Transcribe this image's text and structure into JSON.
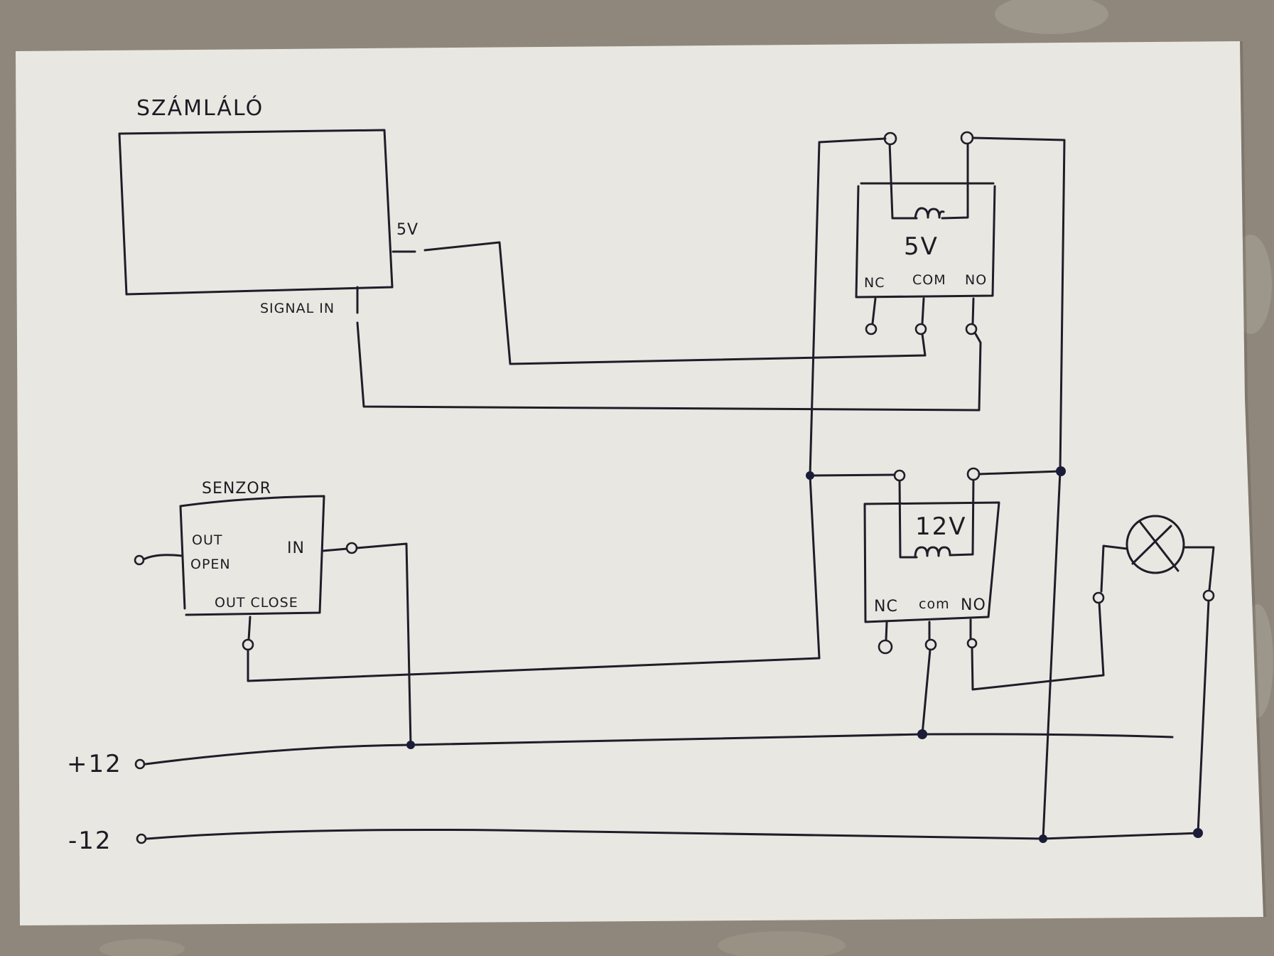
{
  "document": {
    "type": "hand-drawn wiring schematic on paper",
    "ink_color": "#1e1e2a",
    "paper_color": "#e9e7e1",
    "background_color": "#8f877c"
  },
  "components": {
    "counter": {
      "title": "SZÁMLÁLÓ",
      "pin_5v": "5V",
      "pin_signal_in": "SIGNAL IN"
    },
    "relay_5v": {
      "rating": "5V",
      "pin_nc": "NC",
      "pin_com": "COM",
      "pin_no": "NO"
    },
    "relay_12v": {
      "rating": "12V",
      "pin_nc": "NC",
      "pin_com": "com",
      "pin_no": "NO"
    },
    "sensor": {
      "title": "SENZOR",
      "pin_out_open_line1": "OUT",
      "pin_out_open_line2": "OPEN",
      "pin_in": "IN",
      "pin_out_close": "OUT CLOSE"
    },
    "lamp": {
      "symbol": "lamp-x-circle"
    },
    "supply": {
      "positive_label": "+12",
      "negative_label": "-12"
    }
  },
  "connections": [
    {
      "from": "counter.5V",
      "to": "relay_5v.COM"
    },
    {
      "from": "counter.SIGNAL IN",
      "to": "relay_5v.NO"
    },
    {
      "from": "relay_5v.coil_left",
      "to": "sensor.OUT CLOSE"
    },
    {
      "from": "relay_5v.coil_right",
      "to": "supply.-12"
    },
    {
      "from": "relay_12v.coil_left",
      "to": "sensor.OUT CLOSE"
    },
    {
      "from": "relay_12v.coil_right",
      "to": "supply.-12"
    },
    {
      "from": "sensor.IN",
      "to": "supply.+12"
    },
    {
      "from": "relay_12v.COM",
      "to": "supply.+12"
    },
    {
      "from": "relay_12v.NO",
      "to": "lamp.left"
    },
    {
      "from": "lamp.right",
      "to": "supply.-12"
    }
  ]
}
